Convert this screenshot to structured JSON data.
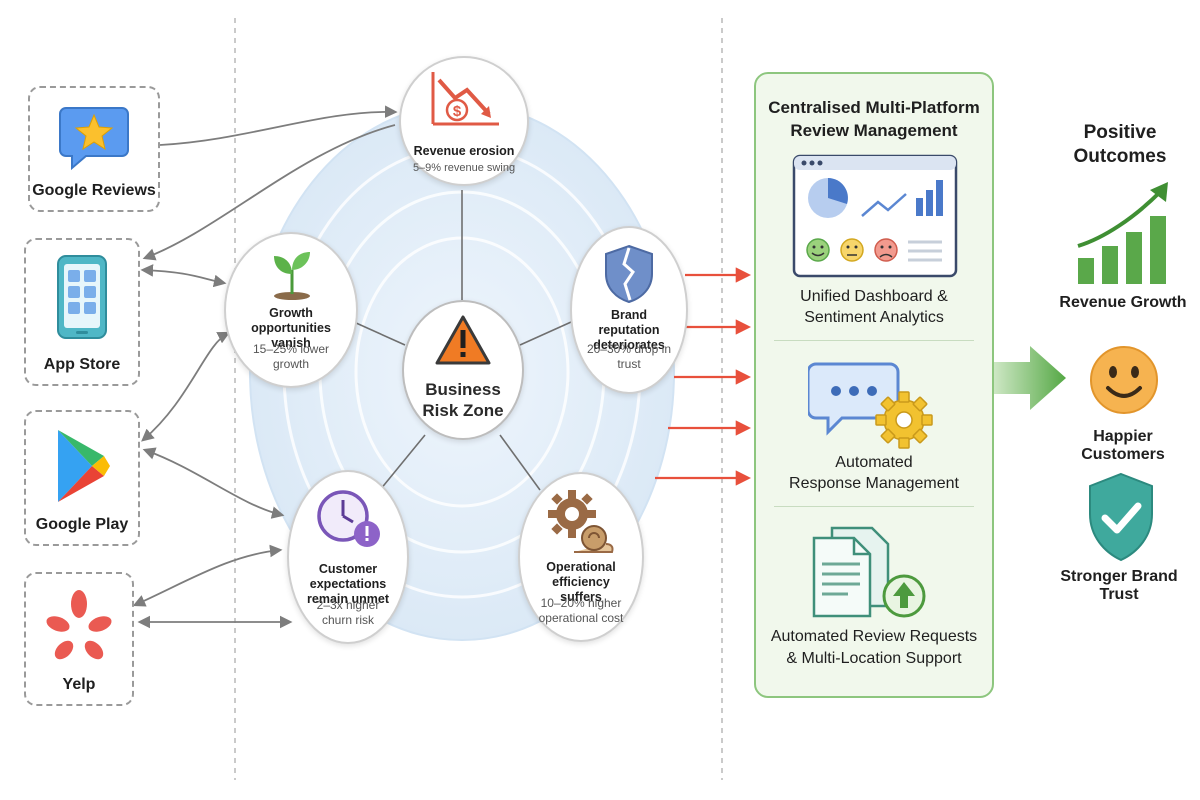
{
  "platforms": [
    {
      "label": "Google Reviews",
      "icon": "star-chat-icon"
    },
    {
      "label": "App Store",
      "icon": "phone-apps-icon"
    },
    {
      "label": "Google Play",
      "icon": "play-triangle-icon"
    },
    {
      "label": "Yelp",
      "icon": "yelp-burst-icon"
    }
  ],
  "risk_zone": {
    "center": {
      "title_line1": "Business",
      "title_line2": "Risk Zone",
      "icon": "warning-icon"
    },
    "risks": [
      {
        "title": "Revenue erosion",
        "detail": "5–9% revenue swing",
        "icon": "revenue-down-icon"
      },
      {
        "title": "Growth opportunities vanish",
        "detail": "15–25% lower growth",
        "icon": "sprout-icon"
      },
      {
        "title": "Brand reputation deteriorates",
        "detail": "20–30% drop in trust",
        "icon": "cracked-shield-icon"
      },
      {
        "title": "Customer expectations remain unmet",
        "detail": "2–3x higher churn risk",
        "icon": "clock-alert-icon"
      },
      {
        "title": "Operational efficiency suffers",
        "detail": "10–20% higher operational cost",
        "icon": "gear-snail-icon"
      }
    ]
  },
  "solution": {
    "heading_line1": "Centralised Multi-Platform",
    "heading_line2": "Review Management",
    "features": [
      {
        "line1": "Unified Dashboard &",
        "line2": "Sentiment Analytics",
        "icon": "dashboard-icon"
      },
      {
        "line1": "Automated",
        "line2": "Response Management",
        "icon": "chat-gear-icon"
      },
      {
        "line1": "Automated Review Requests",
        "line2": "& Multi-Location Support",
        "icon": "documents-upload-icon"
      }
    ]
  },
  "outcomes": {
    "heading_line1": "Positive",
    "heading_line2": "Outcomes",
    "items": [
      {
        "label": "Revenue Growth",
        "icon": "growth-chart-icon"
      },
      {
        "label": "Happier Customers",
        "icon": "smiley-icon"
      },
      {
        "label": "Stronger Brand Trust",
        "icon": "check-shield-icon"
      }
    ]
  },
  "colors": {
    "risk_arrow": "#e8503c",
    "solution_border": "#8dc67e",
    "solution_fill": "#f1f8ec",
    "outcome_green": "#5aa84a",
    "zone_blue": "#dbeaf7"
  }
}
